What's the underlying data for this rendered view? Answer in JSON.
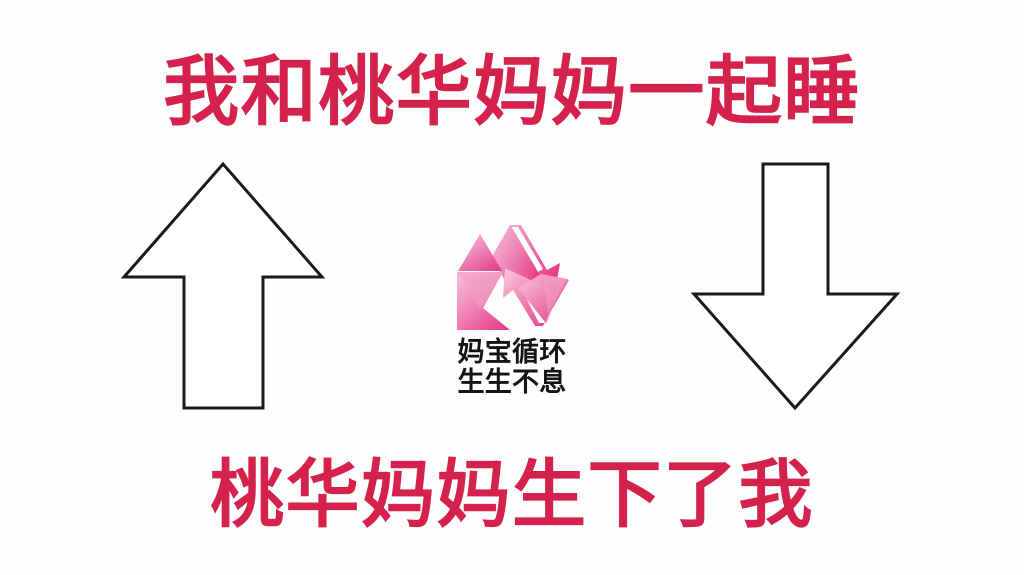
{
  "meta": {
    "background_color": "#fefefe",
    "accent_red": "#d4224c",
    "accent_pink_light": "#f6a8c8",
    "accent_pink_mid": "#ef7fb0",
    "accent_pink_deep": "#e5408a",
    "outline_color": "#1a1a1a",
    "caption_color": "#141414"
  },
  "slogans": {
    "top": "我和桃华妈妈一起睡",
    "bottom": "桃华妈妈生下了我"
  },
  "arrows": {
    "left": {
      "direction": "up",
      "icon": "arrow-up-outline-icon"
    },
    "right": {
      "direction": "down",
      "icon": "arrow-down-outline-icon"
    }
  },
  "badge": {
    "icon": "recycle-icon",
    "caption_line_1": "妈宝循环",
    "caption_line_2": "生生不息"
  }
}
